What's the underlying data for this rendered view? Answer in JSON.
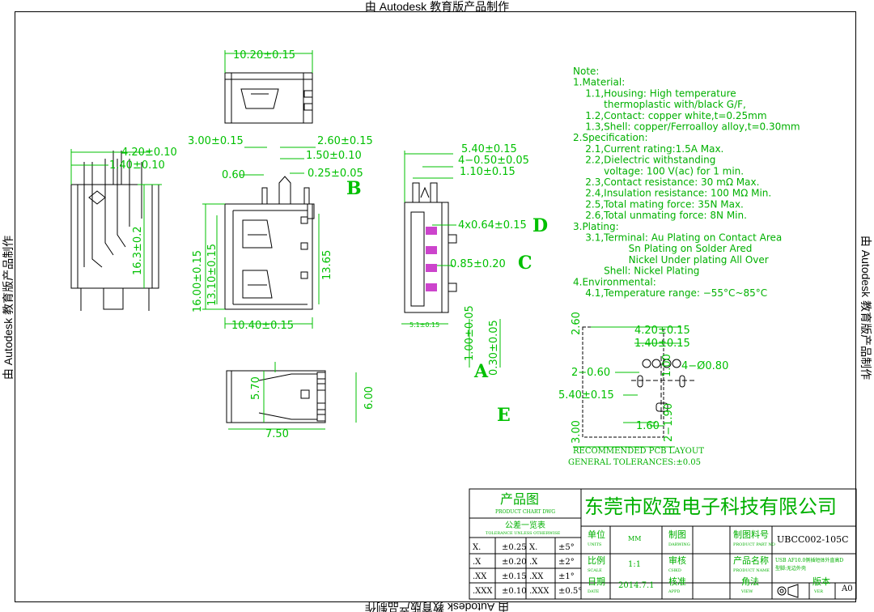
{
  "watermark": "由 Autodesk 教育版产品制作",
  "dims": {
    "top_width": "10.20±0.15",
    "side_4_20": "4.20±0.10",
    "side_1_40": "1.40±0.10",
    "side_16_3": "16.3±0.2",
    "f_3_00": "3.00±0.15",
    "f_2_60": "2.60±0.15",
    "f_1_50": "1.50±0.10",
    "f_0_60": "0.60",
    "f_0_25": "0.25±0.05",
    "f_16_00": "16.00±0.15",
    "f_13_10": "13.10±0.15",
    "f_13_65": "13.65",
    "f_10_40": "10.40±0.15",
    "r_5_40": "5.40±0.15",
    "r_0_50": "4−0.50±0.05",
    "r_1_10": "1.10±0.15",
    "r_4x064": "4x0.64±0.15",
    "r_0_85": "0.85±0.20",
    "r_5_1": "5.1±0.15",
    "r_1_00": "1.00±0.05",
    "r_0_30": "0.30±0.05",
    "b_5_70": "5.70",
    "b_6_00": "6.00",
    "b_7_50": "7.50",
    "p_2_60": "2.60",
    "p_4_20": "4.20±0.15",
    "p_1_40": "1.40±0.15",
    "p_2_060": "2−0.60",
    "p_1_00": "1.00",
    "p_4_080": "4−Ø0.80",
    "p_5_40": "5.40±0.15",
    "p_3_00": "3.00",
    "p_2_190": "2−1.90",
    "p_1_60": "1.60",
    "pcb_title": "RECOMMENDED PCB LAYOUT",
    "gen_tol": "GENERAL TOLERANCES:±0.05"
  },
  "section_letters": {
    "a": "A",
    "b": "B",
    "c": "C",
    "d": "D",
    "e": "E"
  },
  "notes": [
    "Note:",
    "1.Material:",
    "    1.1,Housing: High temperature",
    "          thermoplastic with/black G/F,",
    "    1.2,Contact: copper white,t=0.25mm",
    "    1.3,Shell: copper/Ferroalloy alloy,t=0.30mm",
    "2.Specification:",
    "    2.1,Current rating:1.5A Max.",
    "    2.2,Dielectric withstanding",
    "          voltage: 100 V(ac) for 1 min.",
    "    2.3,Contact resistance: 30 mΩ Max.",
    "    2.4,Insulation resistance: 100 MΩ Min.",
    "    2.5,Total mating force: 35N Max.",
    "    2.6,Total unmating force: 8N Min.",
    "3.Plating:",
    "    3.1,Terminal: Au Plating on Contact Area",
    "                  Sn Plating on Solder Ared",
    "                  Nickel Under plating All Over",
    "          Shell: Nickel Plating",
    "4.Environmental:",
    "    4.1,Temperature range: −55°C~85°C"
  ],
  "title_block": {
    "chart_cn": "产品图",
    "chart_en": "PRODUCT CHART DWG",
    "tol_cn": "公差一览表",
    "tol_en": "TOLERANCE UNLESS OTHERWISE",
    "company": "东莞市欧盈电子科技有限公司",
    "unit_cn": "单位",
    "unit_en": "UNITS",
    "unit_val": "MM",
    "drawing_cn": "制图",
    "drawing_en": "DARWING",
    "part_cn": "制图料号",
    "part_en": "PRODUCT PART NO",
    "part_val": "UBCC002-105C",
    "scale_cn": "比例",
    "scale_en": "SCALE",
    "scale_val": "1:1",
    "check_cn": "审核",
    "check_en": "CHKD",
    "name_cn": "产品名称",
    "name_en": "PRODUCT NAME",
    "name_val1": "USB AF10.0侧插短体外直高D",
    "name_val2": "型脚:无边外壳",
    "date_cn": "日期",
    "date_en": "DATE",
    "date_val": "2014.7.1",
    "appd_cn": "核准",
    "appd_en": "APPD",
    "view_cn": "角法",
    "view_en": "VIEW",
    "rev_cn": "版本",
    "rev_en": "VER",
    "rev_val": "A0",
    "tol_rows": [
      {
        "a": "X.",
        "b": "±0.25",
        "c": "X.",
        "d": "±5°"
      },
      {
        "a": ".X",
        "b": "±0.20",
        "c": ".X",
        "d": "±2°"
      },
      {
        "a": ".XX",
        "b": "±0.15",
        "c": ".XX",
        "d": "±1°"
      },
      {
        "a": ".XXX",
        "b": "±0.10",
        "c": ".XXX",
        "d": "±0.5°"
      }
    ]
  },
  "colors": {
    "dims": "#00c000",
    "lines": "#000000",
    "contacts": "#cc44cc"
  }
}
